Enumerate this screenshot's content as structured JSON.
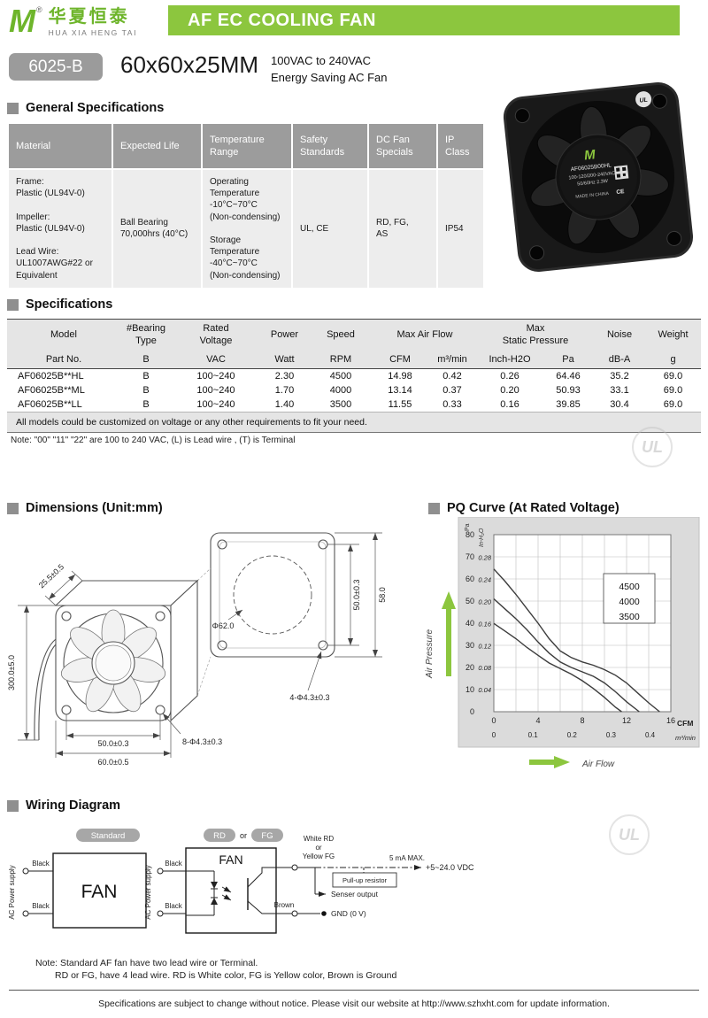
{
  "header": {
    "logo_m": "M",
    "registered": "®",
    "brand_cn": "华夏恒泰",
    "brand_en": "HUA XIA HENG TAI",
    "banner": "AF EC COOLING FAN"
  },
  "product": {
    "model": "6025-B",
    "size": "60x60x25MM",
    "voltage_line": "100VAC to 240VAC",
    "type_line": "Energy Saving AC Fan"
  },
  "general": {
    "title": "General Specifications",
    "headers": {
      "material": "Material",
      "life": "Expected Life",
      "temp": "Temperature\nRange",
      "safety": "Safety\nStandards",
      "dc": "DC Fan\nSpecials",
      "ip": "IP Class"
    },
    "material": "Frame:\nPlastic (UL94V-0)\n\nImpeller:\nPlastic (UL94V-0)\n\nLead Wire:\nUL1007AWG#22 or\nEquivalent",
    "life": "Ball Bearing\n70,000hrs (40°C)",
    "temp": "Operating\nTemperature\n-10°C~70°C\n(Non-condensing)\n\nStorage\nTemperature\n-40°C~70°C\n(Non-condensing)",
    "safety": "UL, CE",
    "dc": "RD, FG,\nAS",
    "ip": "IP54"
  },
  "specs": {
    "title": "Specifications",
    "head1": [
      "Model",
      "#Bearing\nType",
      "Rated\nVoltage",
      "Power",
      "Speed",
      "Max Air Flow",
      "Max\nStatic Pressure",
      "Noise",
      "Weight"
    ],
    "head2": [
      "Part No.",
      "B",
      "VAC",
      "Watt",
      "RPM",
      "CFM",
      "m³/min",
      "Inch-H2O",
      "Pa",
      "dB-A",
      "g"
    ],
    "rows": [
      [
        "AF06025B**HL",
        "B",
        "100~240",
        "2.30",
        "4500",
        "14.98",
        "0.42",
        "0.26",
        "64.46",
        "35.2",
        "69.0"
      ],
      [
        "AF06025B**ML",
        "B",
        "100~240",
        "1.70",
        "4000",
        "13.14",
        "0.37",
        "0.20",
        "50.93",
        "33.1",
        "69.0"
      ],
      [
        "AF06025B**LL",
        "B",
        "100~240",
        "1.40",
        "3500",
        "11.55",
        "0.33",
        "0.16",
        "39.85",
        "30.4",
        "69.0"
      ]
    ],
    "note1": "All models could be customized on voltage or any other requirements to fit your need.",
    "note2": "Note: \"00\" \"11\" \"22\" are 100 to 240 VAC, (L) is Lead wire , (T) is Terminal"
  },
  "dimensions": {
    "title": "Dimensions (Unit:mm)",
    "depth": "25.5±0.5",
    "lead_wire": "300.0±5.0",
    "hole_pitch": "50.0±0.3",
    "width": "60.0±0.5",
    "holes_front": "8-Φ4.3±0.3",
    "circle": "Φ62.0",
    "flange_pitch": "50.0±0.3",
    "flange_width": "58.0",
    "holes_flange": "4-Φ4.3±0.3"
  },
  "pq": {
    "title": "PQ Curve (At Rated Voltage)",
    "y1_unit": "Pa",
    "y2_unit": "In-H₂O",
    "x1_unit": "CFM",
    "x2_unit": "m³/min",
    "y_axis": "Air Pressure",
    "x_axis": "Air Flow"
  },
  "chart_data": {
    "type": "line",
    "title": "PQ Curve (At Rated Voltage)",
    "xlabel": "Air Flow",
    "ylabel": "Air Pressure",
    "x_units": [
      "CFM",
      "m³/min"
    ],
    "y_units": [
      "Pa",
      "In-H₂O"
    ],
    "xlim": [
      0,
      16
    ],
    "ylim": [
      0,
      80
    ],
    "x_ticks_cfm": [
      0,
      4,
      8,
      12,
      16
    ],
    "x_ticks_m3min": [
      0,
      0.1,
      0.2,
      0.3,
      0.4
    ],
    "y_ticks_pa": [
      0,
      10,
      20,
      30,
      40,
      50,
      60,
      70,
      80
    ],
    "y_ticks_inh2o": [
      0.04,
      0.08,
      0.12,
      0.16,
      0.2,
      0.24,
      0.28
    ],
    "grid": true,
    "legend_position": "upper right",
    "series": [
      {
        "name": "4500",
        "points": [
          [
            0,
            64.5
          ],
          [
            1,
            59
          ],
          [
            2,
            53
          ],
          [
            3,
            46.5
          ],
          [
            4,
            40
          ],
          [
            5,
            33
          ],
          [
            6,
            27.5
          ],
          [
            7,
            24.5
          ],
          [
            8,
            22.5
          ],
          [
            9,
            21
          ],
          [
            10,
            19
          ],
          [
            11,
            16.5
          ],
          [
            12,
            13
          ],
          [
            13,
            8.5
          ],
          [
            14,
            4
          ],
          [
            14.98,
            0
          ]
        ]
      },
      {
        "name": "4000",
        "points": [
          [
            0,
            51
          ],
          [
            1,
            46.5
          ],
          [
            2,
            42
          ],
          [
            3,
            37
          ],
          [
            4,
            31.5
          ],
          [
            5,
            26.5
          ],
          [
            6,
            22.5
          ],
          [
            7,
            20
          ],
          [
            8,
            18
          ],
          [
            9,
            16
          ],
          [
            10,
            13
          ],
          [
            11,
            9
          ],
          [
            12,
            4.5
          ],
          [
            13.14,
            0
          ]
        ]
      },
      {
        "name": "3500",
        "points": [
          [
            0,
            39.9
          ],
          [
            1,
            36.5
          ],
          [
            2,
            33
          ],
          [
            3,
            29
          ],
          [
            4,
            25.5
          ],
          [
            5,
            22
          ],
          [
            6,
            19.5
          ],
          [
            7,
            17
          ],
          [
            8,
            14
          ],
          [
            9,
            10.5
          ],
          [
            10,
            6.5
          ],
          [
            11,
            2
          ],
          [
            11.55,
            0
          ]
        ]
      }
    ]
  },
  "wiring": {
    "title": "Wiring Diagram",
    "standard_badge": "Standard",
    "rd_badge": "RD",
    "or_label": "or",
    "fg_badge": "FG",
    "fan": "FAN",
    "ac_supply": "AC Power supply",
    "black": "Black",
    "white_rd": "White  RD",
    "or2": "or",
    "yellow_fg": "Yellow FG",
    "ma_max": "5 mA MAX.",
    "pullup": "Pull-up resistor",
    "vdc": "+5~24.0 VDC",
    "senser": "Senser output",
    "brown": "Brown",
    "gnd": "GND (0 V)",
    "note1": "Note: Standard AF fan have two lead wire or Terminal.",
    "note2": "RD or FG,  have 4 lead wire. RD is White color, FG is Yellow color, Brown is Ground"
  },
  "fan_photo": {
    "logo": "M",
    "part_no": "AF06025B00HL",
    "voltage": "100-120/200-240VAC",
    "power": "50/60Hz  2.3W",
    "made_in": "MADE IN CHINA",
    "ce": "CE",
    "ul": "UL"
  },
  "watermark": {
    "ul": "UL"
  },
  "footer": "Specifications are subject to change without notice. Please visit our website at http://www.szhxht.com for update information.",
  "colors": {
    "brand_green": "#8CC63E",
    "badge_gray": "#9B9B9B",
    "table_header_gray": "#9C9C9C",
    "table_body_gray": "#EDEDED"
  }
}
